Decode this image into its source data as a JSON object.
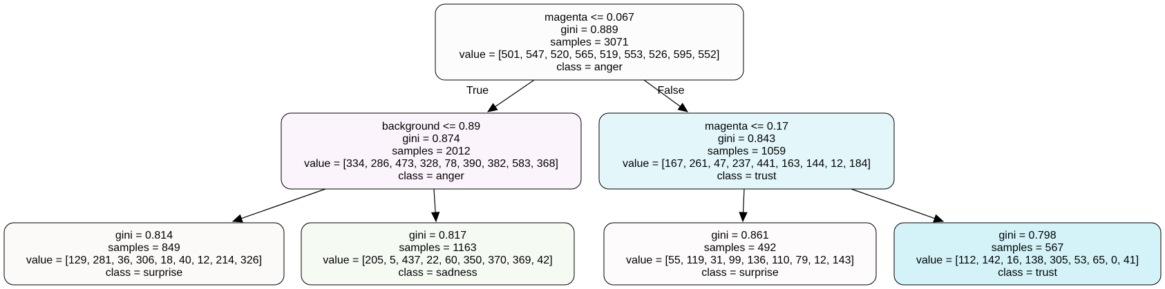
{
  "tree": {
    "nodes": [
      {
        "id": "root",
        "fill": "#fcfcfc",
        "lines": [
          "magenta <= 0.067",
          "gini = 0.889",
          "samples = 3071",
          "value = [501, 547, 520, 565, 519, 553, 526, 595, 552]",
          "class = anger"
        ]
      },
      {
        "id": "left",
        "fill": "#fcf4fc",
        "lines": [
          "background <= 0.89",
          "gini = 0.874",
          "samples = 2012",
          "value = [334, 286, 473, 328, 78, 390, 382, 583, 368]",
          "class = anger"
        ]
      },
      {
        "id": "right",
        "fill": "#e3f6f9",
        "lines": [
          "magenta <= 0.17",
          "gini = 0.843",
          "samples = 1059",
          "value = [167, 261, 47, 237, 441, 163, 144, 12, 184]",
          "class = trust"
        ]
      },
      {
        "id": "left-left",
        "fill": "#fcfaf8",
        "lines": [
          "gini = 0.814",
          "samples = 849",
          "value = [129, 281, 36, 306, 18, 40, 12, 214, 326]",
          "class = surprise"
        ]
      },
      {
        "id": "left-right",
        "fill": "#f5faf3",
        "lines": [
          "gini = 0.817",
          "samples = 1163",
          "value = [205, 5, 437, 22, 60, 350, 370, 369, 42]",
          "class = sadness"
        ]
      },
      {
        "id": "right-left",
        "fill": "#fdfbfb",
        "lines": [
          "gini = 0.861",
          "samples = 492",
          "value = [55, 119, 31, 99, 136, 110, 79, 12, 143]",
          "class = surprise"
        ]
      },
      {
        "id": "right-right",
        "fill": "#d3f3f8",
        "lines": [
          "gini = 0.798",
          "samples = 567",
          "value = [112, 142, 16, 138, 305, 53, 65, 0, 41]",
          "class = trust"
        ]
      }
    ],
    "edges": [
      {
        "from": "root",
        "to": "left",
        "label": "True"
      },
      {
        "from": "root",
        "to": "right",
        "label": "False"
      },
      {
        "from": "left",
        "to": "left-left",
        "label": ""
      },
      {
        "from": "left",
        "to": "left-right",
        "label": ""
      },
      {
        "from": "right",
        "to": "right-left",
        "label": ""
      },
      {
        "from": "right",
        "to": "right-right",
        "label": ""
      }
    ]
  }
}
